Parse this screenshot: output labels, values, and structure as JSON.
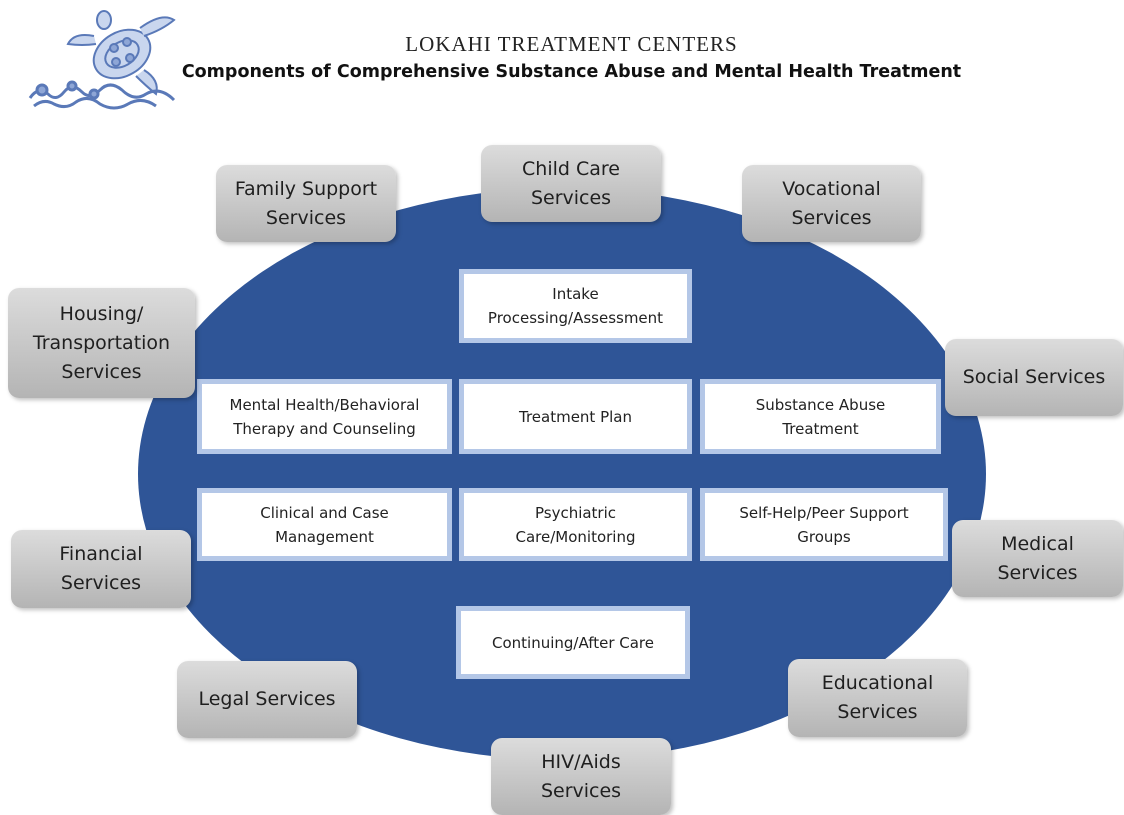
{
  "header": {
    "title": "LOKAHI TREATMENT CENTERS",
    "subtitle": "Components of Comprehensive Substance Abuse and Mental Health Treatment",
    "logo_icon": "sea-turtle-wave-logo"
  },
  "colors": {
    "oval_fill": "#2f5597",
    "inner_border": "#b4c7e7",
    "outer_box": "#c6c6c6",
    "logo": "#5a79b8"
  },
  "core_components": {
    "intake": "Intake\nProcessing/Assessment",
    "mental_health": "Mental Health/Behavioral\nTherapy and Counseling",
    "treatment_plan": "Treatment Plan",
    "substance_abuse": "Substance Abuse\nTreatment",
    "clinical_case": "Clinical and Case\nManagement",
    "psychiatric": "Psychiatric\nCare/Monitoring",
    "self_help": "Self-Help/Peer Support\nGroups",
    "continuing": "Continuing/After Care"
  },
  "support_services": {
    "child_care": "Child Care\nServices",
    "family_support": "Family Support\nServices",
    "vocational": "Vocational\nServices",
    "housing": "Housing/\nTransportation\nServices",
    "social": "Social Services",
    "financial": "Financial\nServices",
    "medical": "Medical\nServices",
    "legal": "Legal Services",
    "educational": "Educational\nServices",
    "hiv": "HIV/Aids\nServices"
  }
}
